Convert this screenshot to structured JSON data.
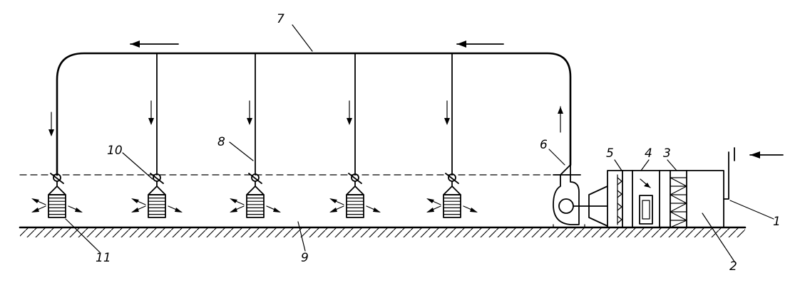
{
  "labels": {
    "l1": "1",
    "l2": "2",
    "l3": "3",
    "l4": "4",
    "l5": "5",
    "l6": "6",
    "l7": "7",
    "l8": "8",
    "l9": "9",
    "l10": "10",
    "l11": "11"
  },
  "colors": {
    "line": "#000000",
    "background": "#ffffff"
  },
  "icons": {
    "flow_arrow": "arrow-icon",
    "diffuser": "diffuser-icon",
    "fan": "fan-icon",
    "damper": "damper-icon"
  }
}
